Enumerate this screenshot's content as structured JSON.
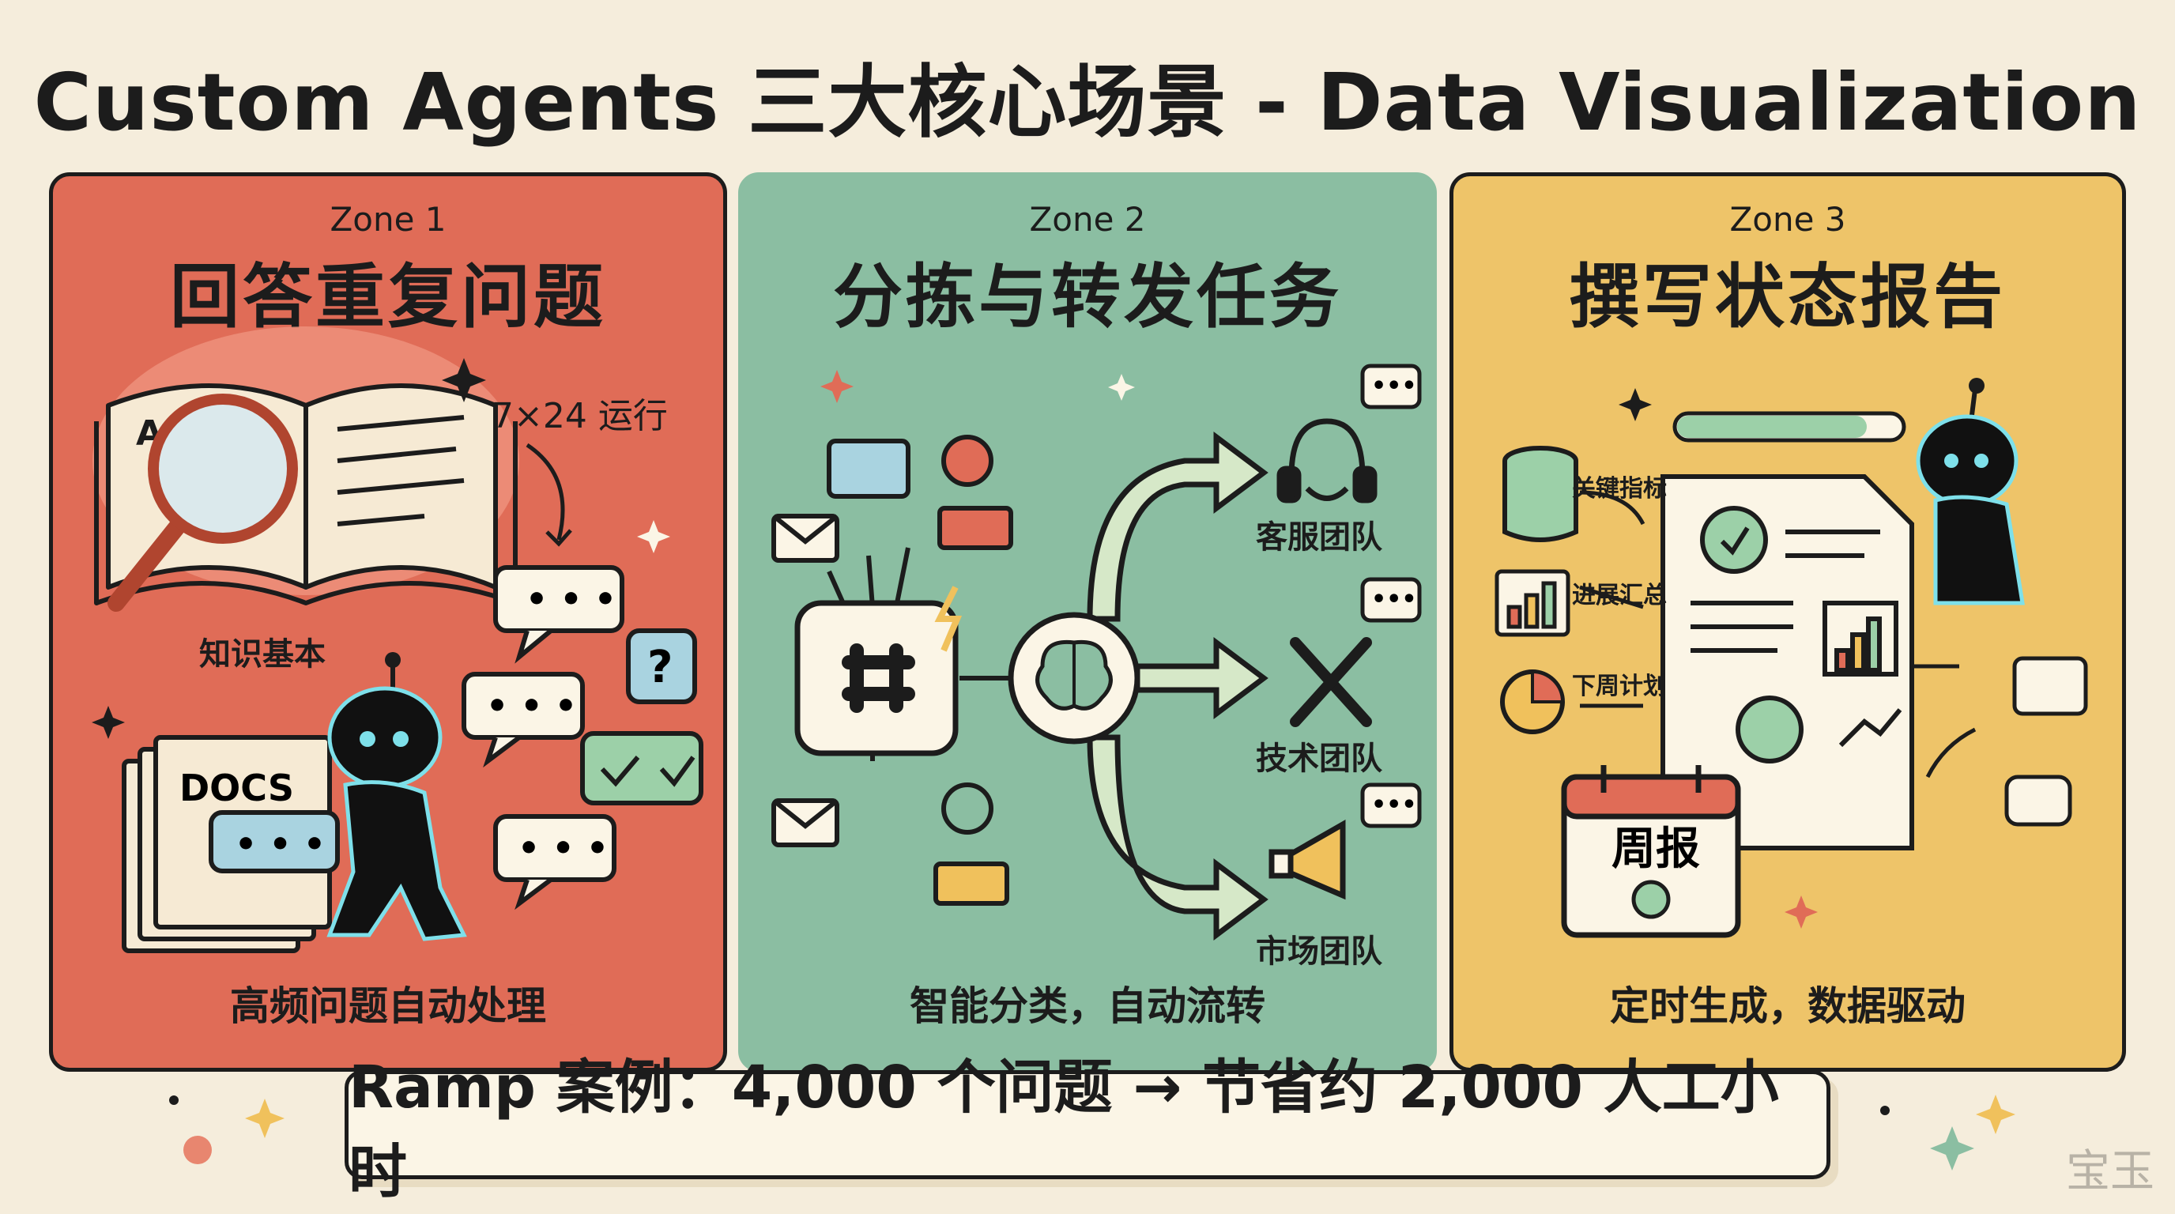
{
  "title": "Custom Agents 三大核心场景 - Data Visualization",
  "zones": [
    {
      "label": "Zone 1",
      "title": "回答重复问题",
      "caption": "高频问题自动处理",
      "labels": {
        "uptime": "7×24 运行",
        "kb": "知识基本",
        "docs": "DOCS",
        "question": "?"
      },
      "color": "#e06c57"
    },
    {
      "label": "Zone 2",
      "title": "分拣与转发任务",
      "caption": "智能分类，自动流转",
      "teams": [
        "客服团队",
        "技术团队",
        "市场团队"
      ],
      "color": "#8bbea2"
    },
    {
      "label": "Zone 3",
      "title": "撰写状态报告",
      "caption": "定时生成，数据驱动",
      "inputs": [
        "关键指标",
        "进展汇总",
        "下周计划"
      ],
      "calendar": "周报",
      "color": "#eec469"
    }
  ],
  "banner": "Ramp 案例：4,000 个问题 → 节省约 2,000 人工小时",
  "watermark": "宝玉",
  "icons": [
    "book-icon",
    "magnifier-icon",
    "chat-bubble-icon",
    "docs-icon",
    "robot-icon",
    "slack-icon",
    "brain-icon",
    "headset-icon",
    "tools-icon",
    "megaphone-icon",
    "database-icon",
    "bar-chart-icon",
    "pie-chart-icon",
    "report-icon",
    "calendar-icon",
    "sparkle-icon",
    "envelope-icon",
    "gear-icon",
    "ticket-icon"
  ]
}
